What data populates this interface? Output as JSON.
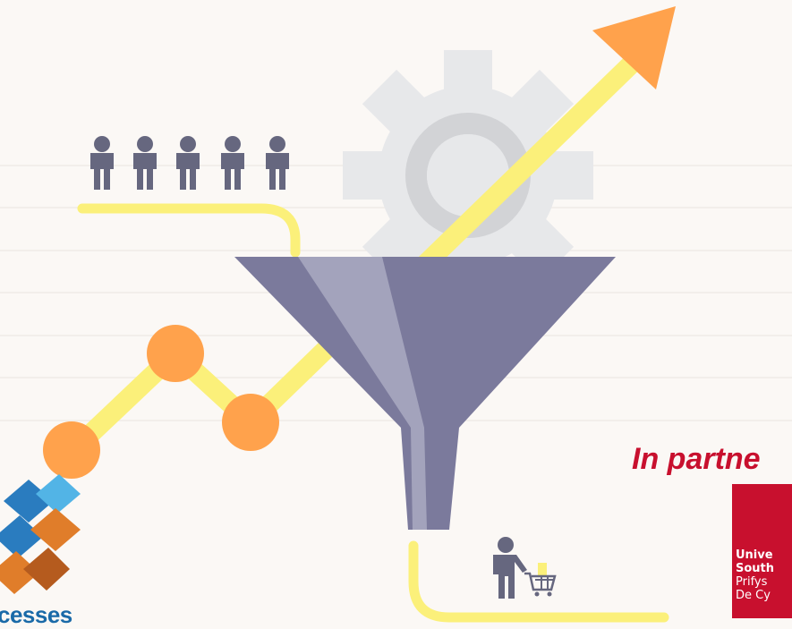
{
  "partner_heading": "In partne",
  "university": {
    "line1": "Unive",
    "line2": "South",
    "line3": "Prifys",
    "line4": "De Cy"
  },
  "brand_partial": "cesses",
  "colors": {
    "background": "#fbf8f5",
    "yellow_line": "#fbf07a",
    "arrow_orange": "#ffa24c",
    "funnel": "#7b7a9c",
    "funnel_highlight": "#a3a3bc",
    "gear": "#e7e8ea",
    "people": "#66677f",
    "university_red": "#c8102e"
  },
  "people_count": 5,
  "icons": [
    "person-icon",
    "shopper-cart-icon",
    "gear-icon",
    "funnel-icon",
    "growth-arrow-icon"
  ]
}
